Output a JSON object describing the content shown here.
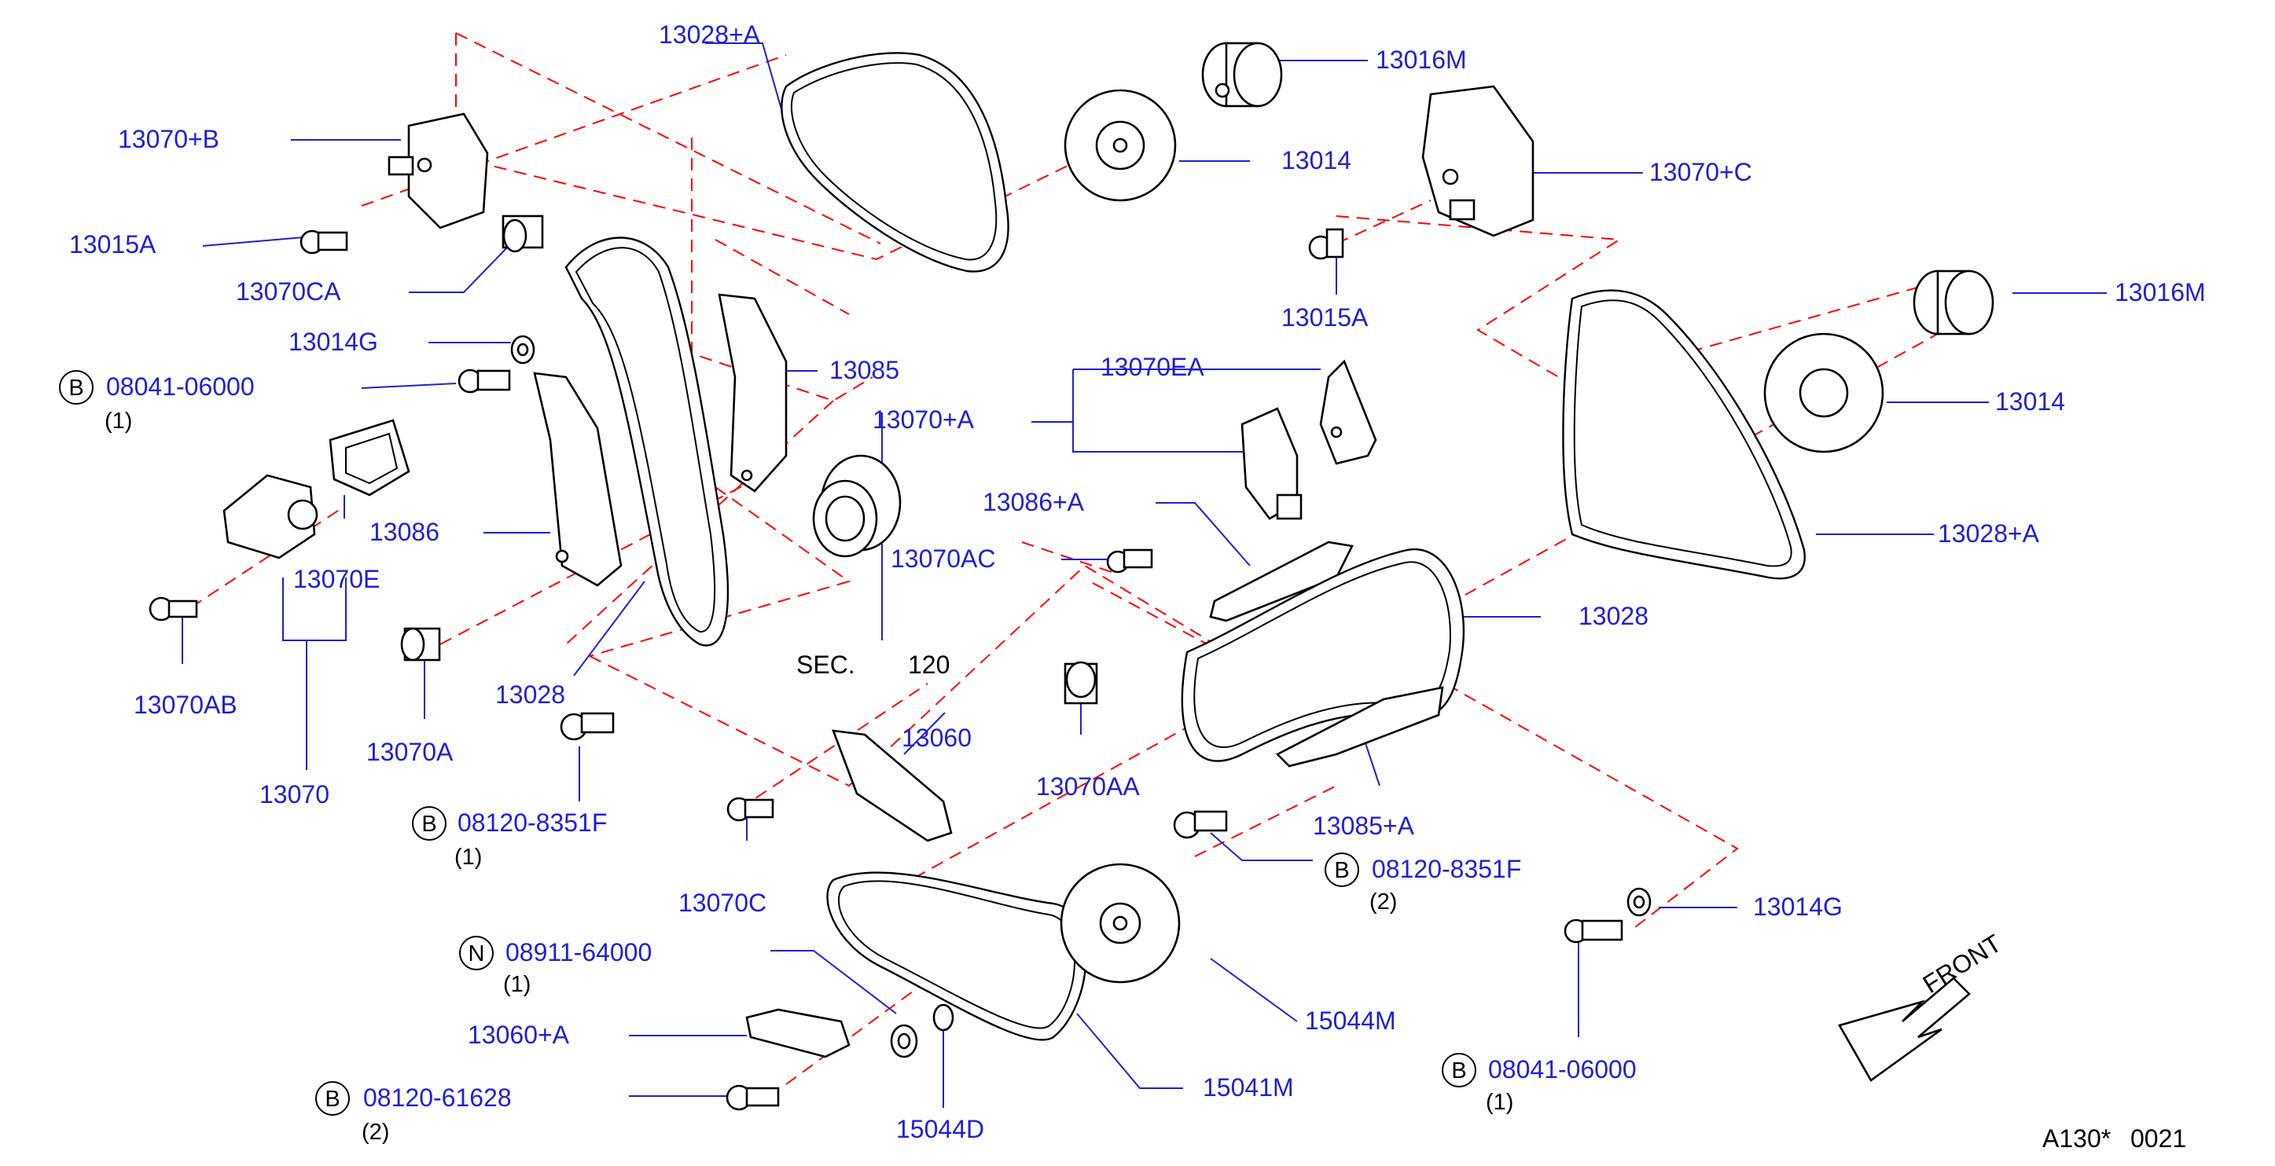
{
  "callouts": {
    "c13028a_top": "13028+A",
    "c13016m_top": "13016M",
    "c13070b": "13070+B",
    "c13014_top": "13014",
    "c13070c_plus": "13070+C",
    "c13015a_left": "13015A",
    "c13070ca": "13070CA",
    "c13015a_right": "13015A",
    "c13016m_right": "13016M",
    "c13014g_top": "13014G",
    "c13085": "13085",
    "c13070ea": "13070EA",
    "c08041_top": "08041-06000",
    "c13070a_plus": "13070+A",
    "c13014_right": "13014",
    "c13086a": "13086+A",
    "c13086": "13086",
    "c13070ac": "13070AC",
    "c13070e": "13070E",
    "c13028a_right": "13028+A",
    "c13028_right": "13028",
    "c13070ab": "13070AB",
    "c13028_left": "13028",
    "c13070a": "13070A",
    "c13060": "13060",
    "c13070aa": "13070AA",
    "c13085a": "13085+A",
    "c13070": "13070",
    "c08120_left": "08120-8351F",
    "c08120_right": "08120-8351F",
    "c13070c": "13070C",
    "c13014g_bottom": "13014G",
    "c08911": "08911-64000",
    "c15044m": "15044M",
    "c13060a": "13060+A",
    "c08041_bottom": "08041-06000",
    "c15041m": "15041M",
    "c08120_616": "08120-61628",
    "c15044d": "15044D"
  },
  "plain_text": {
    "sec": "SEC.",
    "sec_number": "120",
    "doc_code": "A130*",
    "doc_number": "0021",
    "front": "FRONT"
  },
  "quantities": {
    "q08041_top": "(1)",
    "q08120_left": "(1)",
    "q08120_right": "(2)",
    "q08911": "(1)",
    "q08041_bottom": "(1)",
    "q08120_616": "(2)"
  },
  "circle_letters": {
    "b1": "B",
    "b2": "B",
    "b3": "B",
    "b4": "B",
    "b5": "B",
    "n1": "N"
  },
  "colors": {
    "callout_blue": "#1f1fd6",
    "dash_red": "#ff0000",
    "line_black": "#000000"
  }
}
